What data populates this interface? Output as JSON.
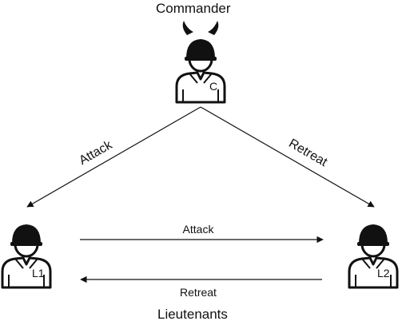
{
  "commander": {
    "title": "Commander",
    "badge": "C"
  },
  "lieutenants": {
    "title": "Lieutenants",
    "l1_badge": "L1",
    "l2_badge": "L2"
  },
  "messages": {
    "commander_to_l1": "Attack",
    "commander_to_l2": "Retreat",
    "l1_to_l2": "Attack",
    "l2_to_l1": "Retreat"
  },
  "colors": {
    "stroke": "#111111",
    "background": "#ffffff"
  }
}
